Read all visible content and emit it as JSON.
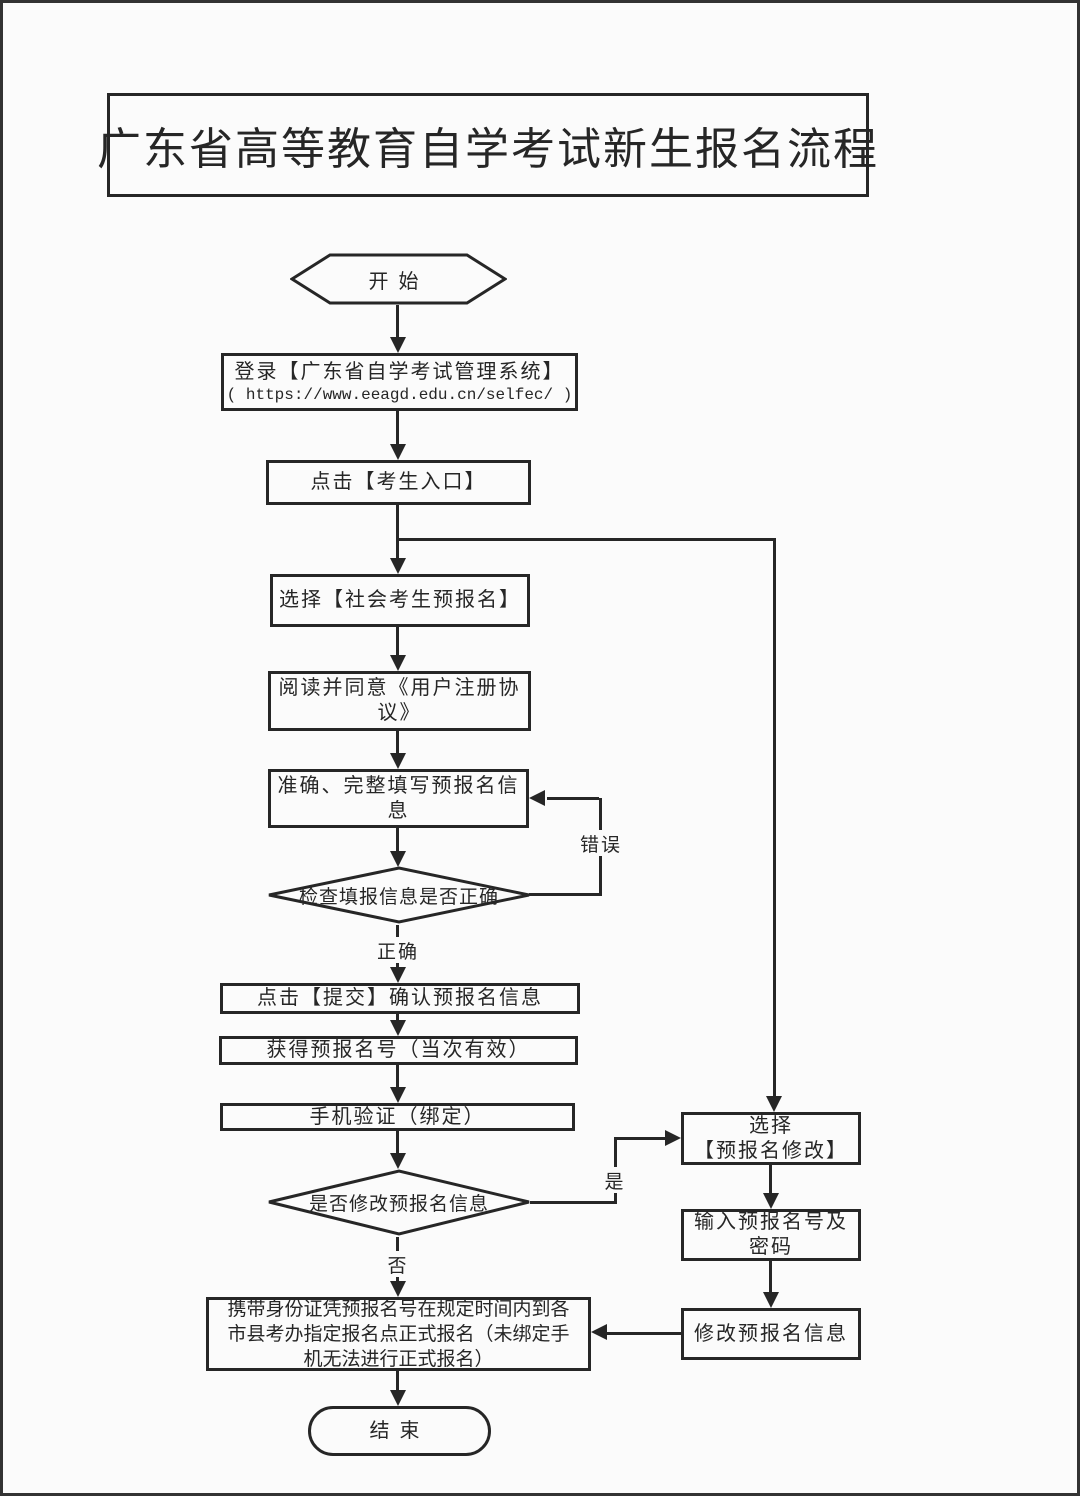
{
  "colors": {
    "ink": "#262626",
    "background": "#fbfbfb",
    "border": "#333333"
  },
  "flowchart": {
    "title": "广东省高等教育自学考试新生报名流程",
    "start": "开始",
    "login_line1": "登录【广东省自学考试管理系统】",
    "login_line2": "( https://www.eeagd.edu.cn/selfec/ )",
    "entrance": "点击【考生入口】",
    "select_pre": "选择【社会考生预报名】",
    "agreement": "阅读并同意《用户注册协议》",
    "fill_info": "准确、完整填写预报名信息",
    "check_info": "检查填报信息是否正确",
    "label_correct": "正确",
    "label_error": "错误",
    "submit": "点击【提交】确认预报名信息",
    "get_number": "获得预报名号（当次有效）",
    "phone_verify": "手机验证（绑定）",
    "modify_question": "是否修改预报名信息",
    "label_yes": "是",
    "label_no": "否",
    "formal_registration": "携带身份证凭预报名号在规定时间内到各市县考办指定报名点正式报名（未绑定手机无法进行正式报名）",
    "select_modify_line1": "选择",
    "select_modify_line2": "【预报名修改】",
    "input_number_line1": "输入预报名号及",
    "input_number_line2": "密码",
    "modify_info": "修改预报名信息",
    "end": "结束"
  }
}
